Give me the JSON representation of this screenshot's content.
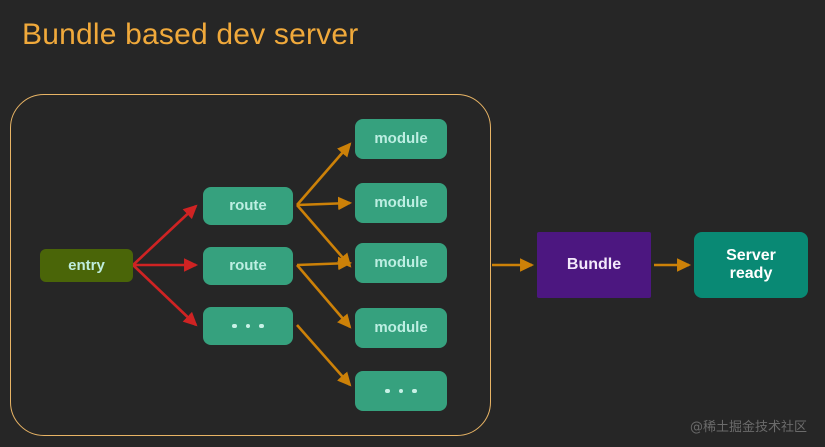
{
  "title": "Bundle based dev server",
  "theme": {
    "background": "#262626",
    "title_color": "#f0a93b",
    "container_border": "#e8b465",
    "entry_fill": "#4a6508",
    "node_fill": "#36a17e",
    "node_text": "#bdeee2",
    "bundle_fill": "#4c1780",
    "bundle_text": "#f3e9fb",
    "server_fill": "#098974",
    "server_text": "#ffffff",
    "red_arrow": "#cf2323",
    "orange_arrow": "#cc8108"
  },
  "diagram": {
    "type": "flow-diagram",
    "entry": {
      "label": "entry"
    },
    "routes": [
      {
        "label": "route"
      },
      {
        "label": "route"
      },
      {
        "label": "…",
        "is_ellipsis": true
      }
    ],
    "modules": [
      {
        "label": "module"
      },
      {
        "label": "module"
      },
      {
        "label": "module"
      },
      {
        "label": "module"
      },
      {
        "label": "…",
        "is_ellipsis": true
      }
    ],
    "bundle": {
      "label": "Bundle"
    },
    "server": {
      "label": "Server\nready",
      "line1": "Server",
      "line2": "ready"
    }
  },
  "watermark": "@稀土掘金技术社区"
}
